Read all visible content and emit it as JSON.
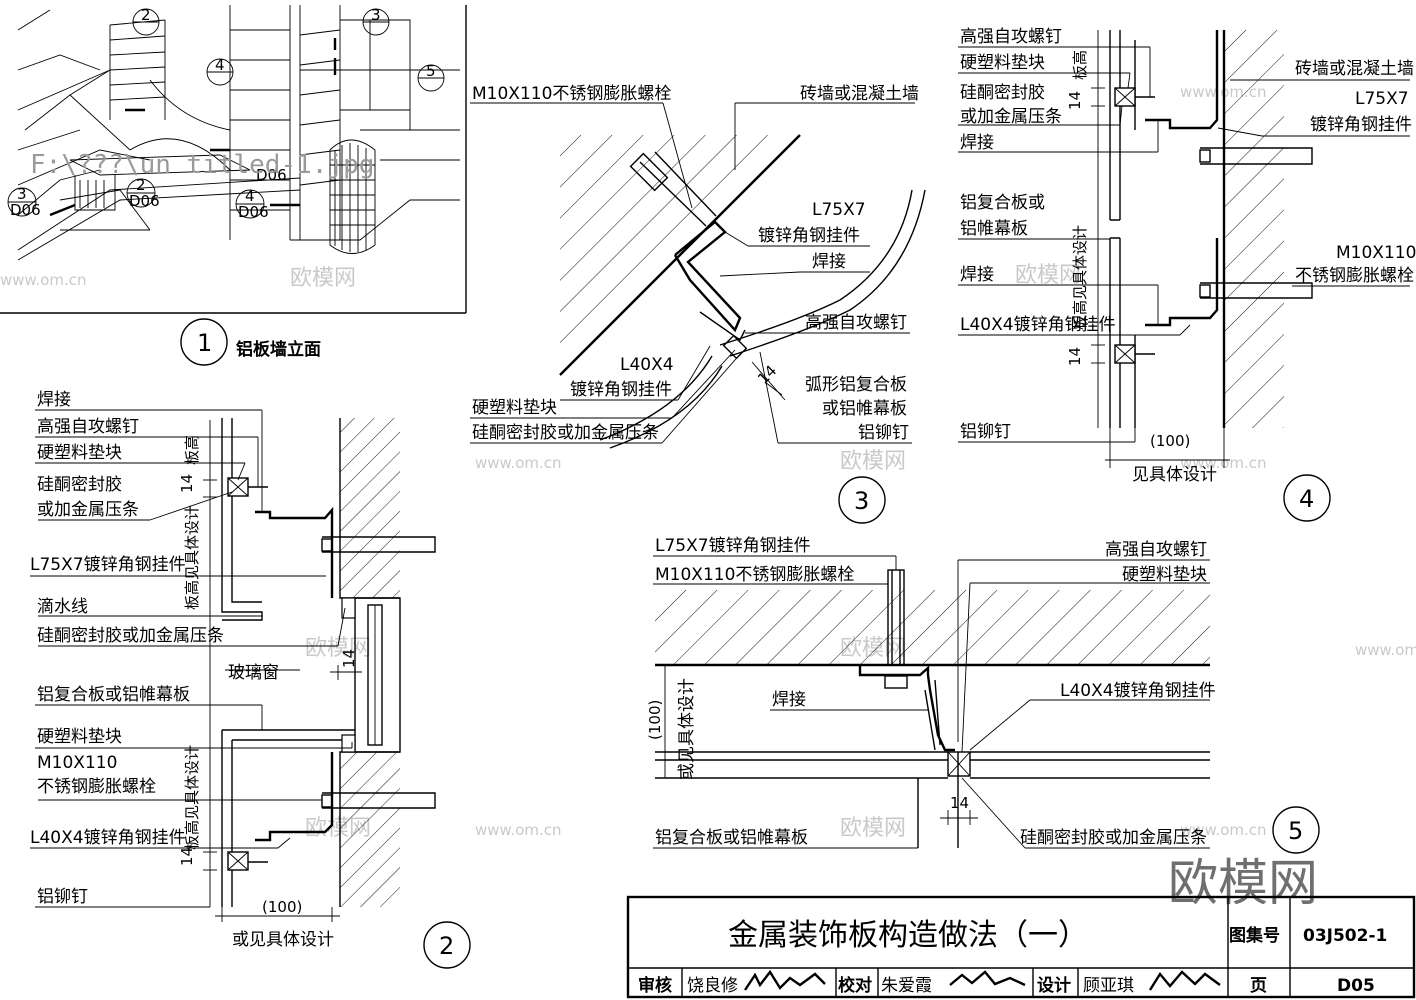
{
  "elevation": {
    "number": "1",
    "title": "铝板墙立面",
    "bubbles": [
      "2",
      "3",
      "4",
      "5",
      "3",
      "D06",
      "2",
      "D06",
      "4",
      "D06",
      "D06"
    ],
    "artifact_text": "F:\\???\\un titled-1.jpg"
  },
  "detail2": {
    "number": "2",
    "labels": [
      "焊接",
      "高强自攻螺钉",
      "硬塑料垫块",
      "硅酮密封胶",
      "或加金属压条",
      "L75X7镀锌角钢挂件",
      "滴水线",
      "硅酮密封胶或加金属压条",
      "玻璃窗",
      "铝复合板或铝帷幕板",
      "硬塑料垫块",
      "M10X110",
      "不锈钢膨胀螺栓",
      "L40X4镀锌角钢挂件",
      "铝铆钉"
    ],
    "dims": [
      "14",
      "14",
      "14",
      "(100)",
      "或见具体设计"
    ],
    "vertical_notes": [
      "板高",
      "板高见具体设计",
      "板高见具体设计"
    ]
  },
  "detail3": {
    "number": "3",
    "labels": [
      "M10X110不锈钢膨胀螺栓",
      "砖墙或混凝土墙",
      "L75X7",
      "镀锌角钢挂件",
      "焊接",
      "高强自攻螺钉",
      "L40X4",
      "镀锌角钢挂件",
      "硬塑料垫块",
      "硅酮密封胶或加金属压条",
      "弧形铝复合板",
      "或铝帷幕板",
      "铝铆钉"
    ],
    "dims": [
      "14"
    ]
  },
  "detail4": {
    "number": "4",
    "labels": [
      "高强自攻螺钉",
      "硬塑料垫块",
      "硅酮密封胶",
      "或加金属压条",
      "焊接",
      "铝复合板或",
      "铝帷幕板",
      "焊接",
      "L40X4镀锌角钢挂件",
      "铝铆钉",
      "砖墙或混凝土墙",
      "L75X7",
      "镀锌角钢挂件",
      "M10X110",
      "不锈钢膨胀螺栓"
    ],
    "dims": [
      "14",
      "14",
      "(100)",
      "见具体设计"
    ],
    "vertical_notes": [
      "板高",
      "板高见具体设计"
    ]
  },
  "detail5": {
    "number": "5",
    "labels": [
      "L75X7镀锌角钢挂件",
      "M10X110不锈钢膨胀螺栓",
      "焊接",
      "铝复合板或铝帷幕板",
      "高强自攻螺钉",
      "硬塑料垫块",
      "L40X4镀锌角钢挂件",
      "硅酮密封胶或加金属压条"
    ],
    "dims": [
      "(100)",
      "或见具体设计",
      "14"
    ]
  },
  "title_block": {
    "title": "金属装饰板构造做法（一）",
    "atlas_label": "图集号",
    "atlas_no": "03J502-1",
    "review_label": "审核",
    "reviewer": "饶良修",
    "check_label": "校对",
    "checker": "朱爱霞",
    "design_label": "设计",
    "designer": "顾亚琪",
    "page_label": "页",
    "page_no": "D05"
  },
  "watermarks": {
    "brand": "欧模网",
    "site": "www.om.cn",
    "big": "欧模网"
  }
}
